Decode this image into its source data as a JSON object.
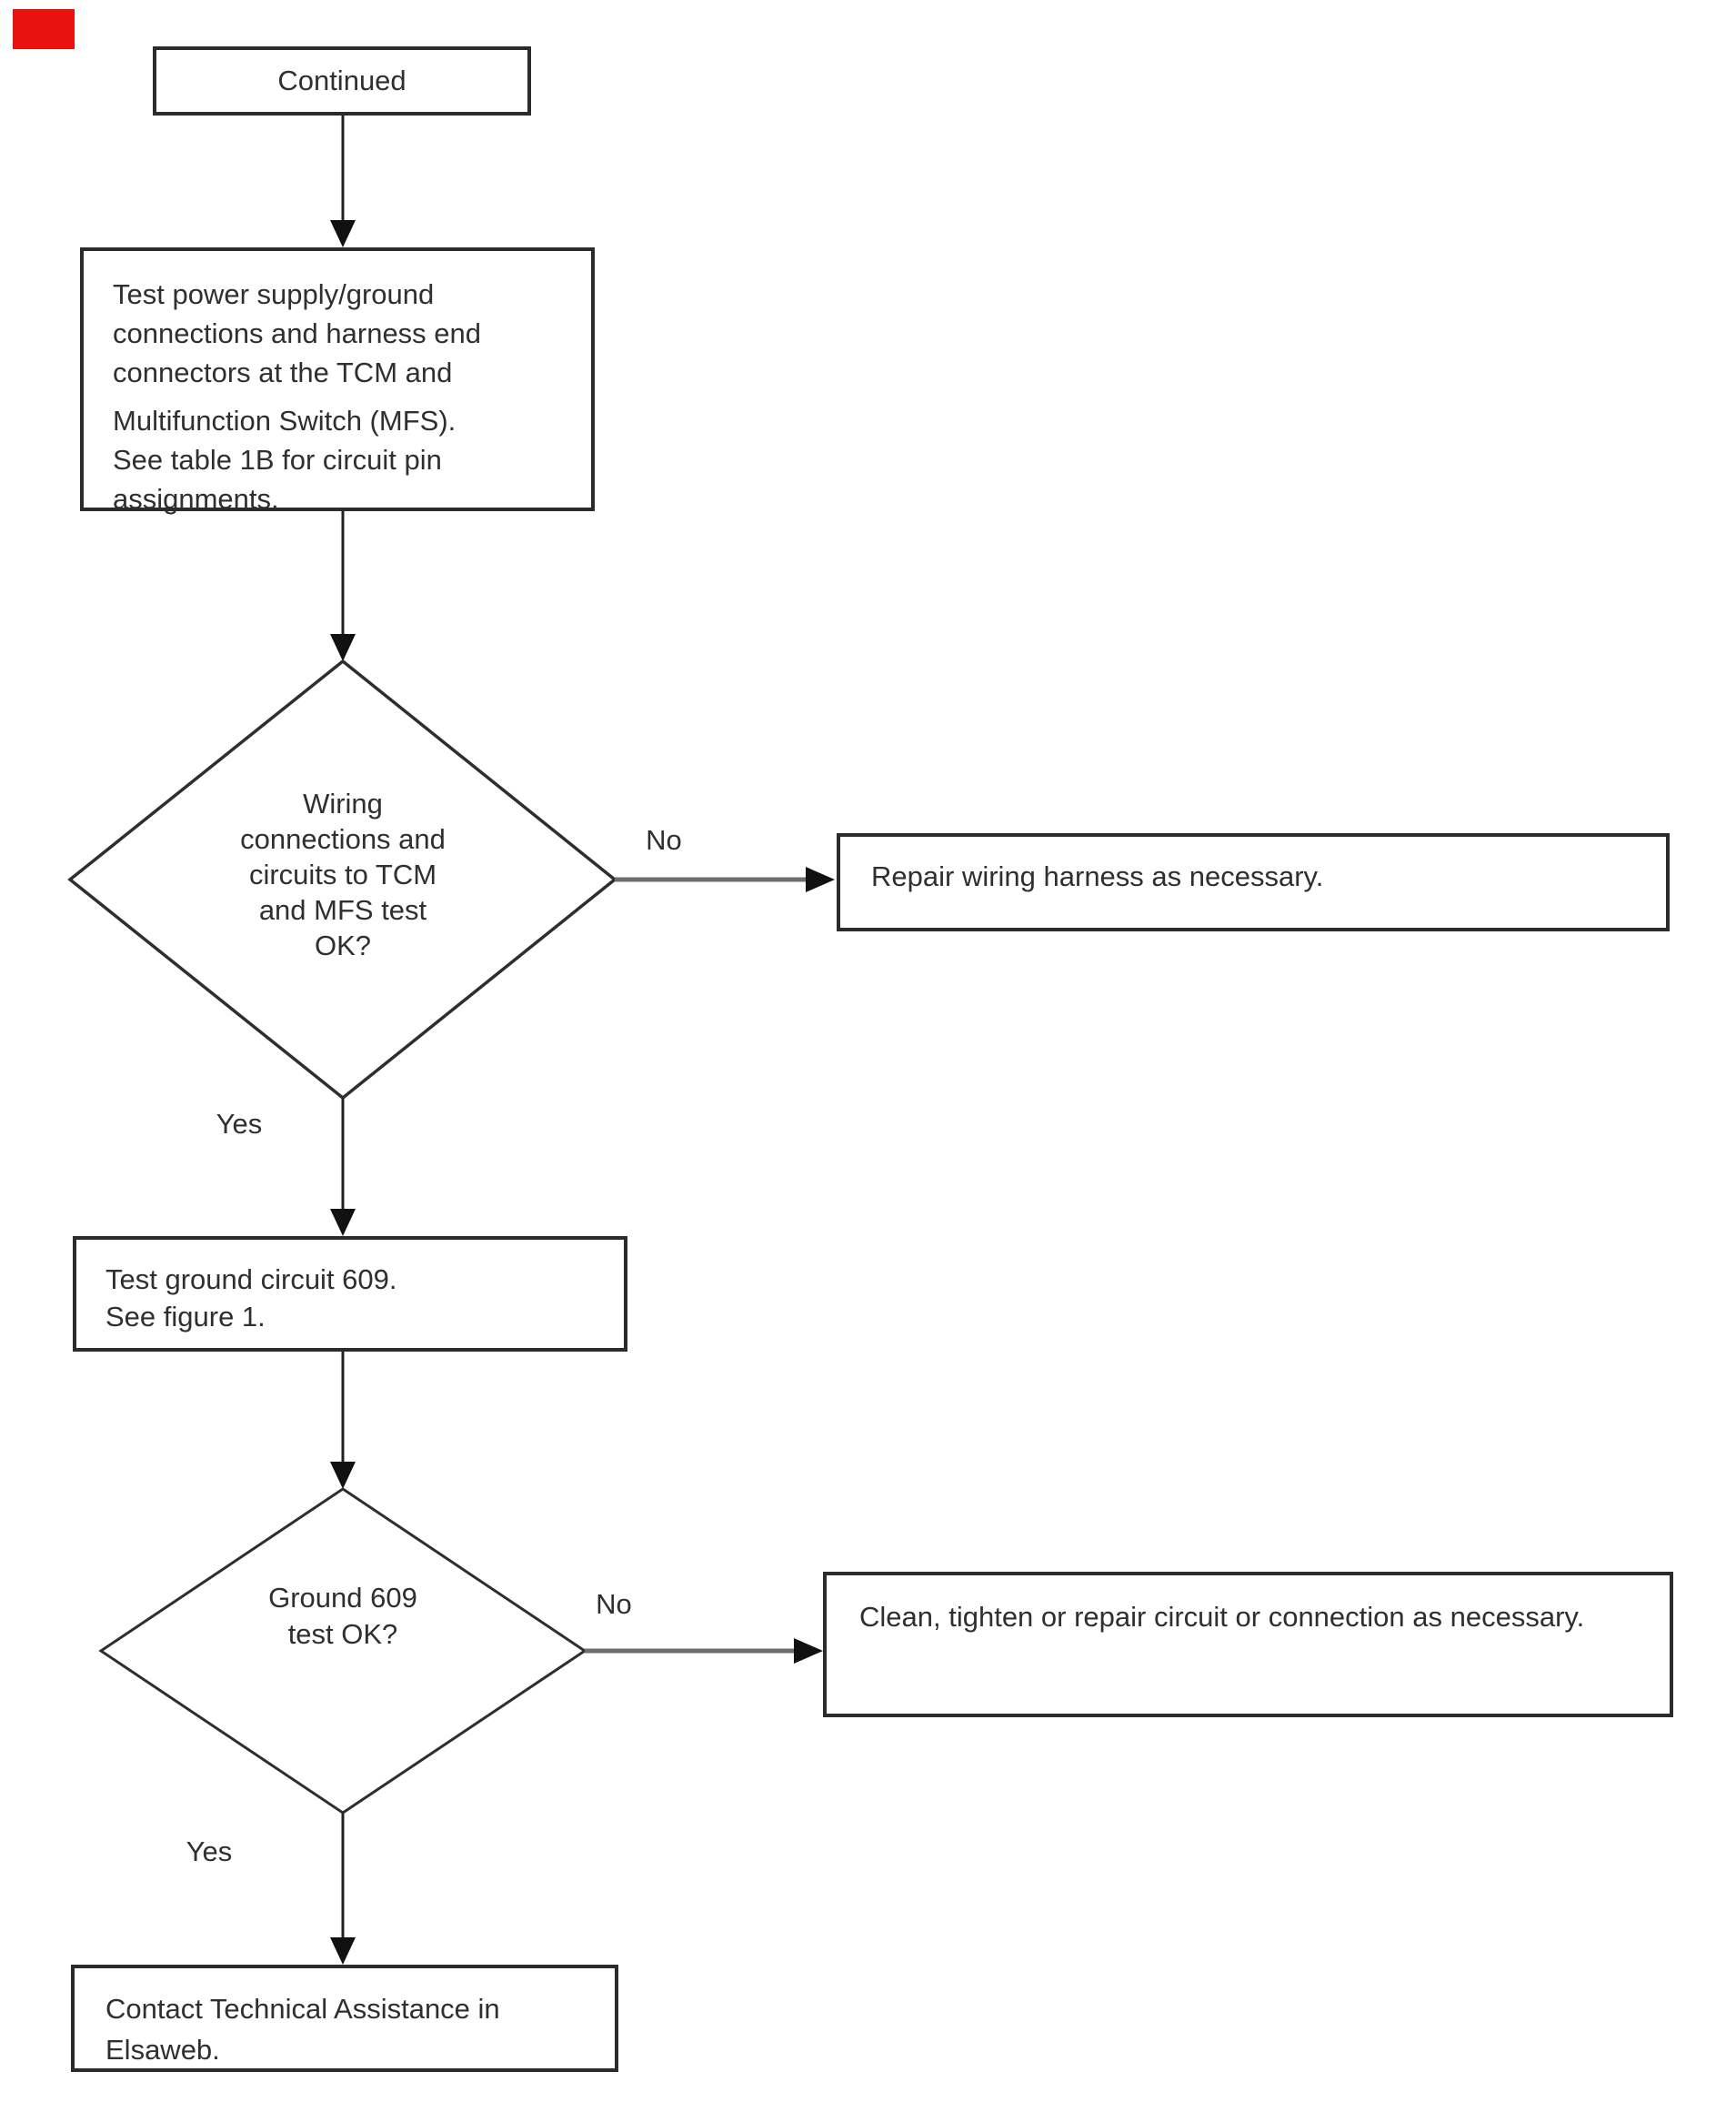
{
  "flow": {
    "marker_color": "#e8130e",
    "continued": {
      "label": "Continued"
    },
    "process1": {
      "lines": [
        "Test power supply/ground",
        "connections and harness end",
        "connectors at the TCM and",
        "Multifunction Switch (MFS).",
        "See table 1B for circuit pin",
        "assignments."
      ]
    },
    "decision1": {
      "lines": [
        "Wiring",
        "connections and",
        "circuits to TCM",
        "and MFS test",
        "OK?"
      ],
      "no": "No",
      "yes": "Yes"
    },
    "repair": {
      "label": "Repair wiring harness as necessary."
    },
    "process2": {
      "lines": [
        "Test ground circuit 609.",
        "See figure 1."
      ]
    },
    "decision2": {
      "lines": [
        "Ground 609",
        "test OK?"
      ],
      "no": "No",
      "yes": "Yes"
    },
    "clean": {
      "label": "Clean, tighten or repair circuit or connection as necessary."
    },
    "contact": {
      "lines": [
        "Contact Technical Assistance in",
        "Elsaweb."
      ]
    }
  }
}
